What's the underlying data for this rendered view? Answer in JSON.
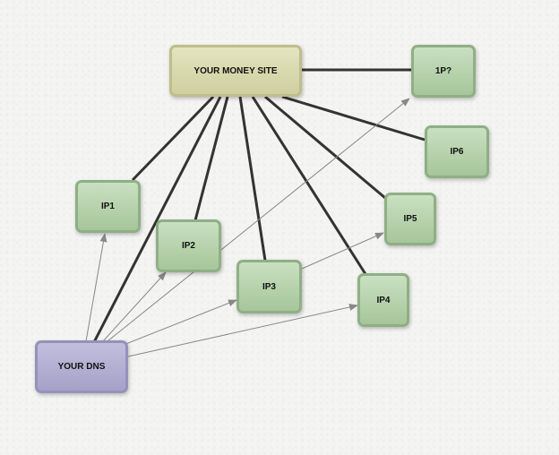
{
  "nodes": {
    "money": "YOUR MONEY SITE",
    "dns": "YOUR DNS",
    "ip1": "IP1",
    "ip2": "IP2",
    "ip3": "IP3",
    "ip4": "IP4",
    "ip5": "IP5",
    "ip6": "IP6",
    "ip7": "1P?"
  },
  "colors": {
    "ip_fill": "#b5d1aa",
    "money_fill": "#dadab2",
    "dns_fill": "#b3aed2",
    "thick_link": "#333333",
    "thin_link": "#888888"
  }
}
